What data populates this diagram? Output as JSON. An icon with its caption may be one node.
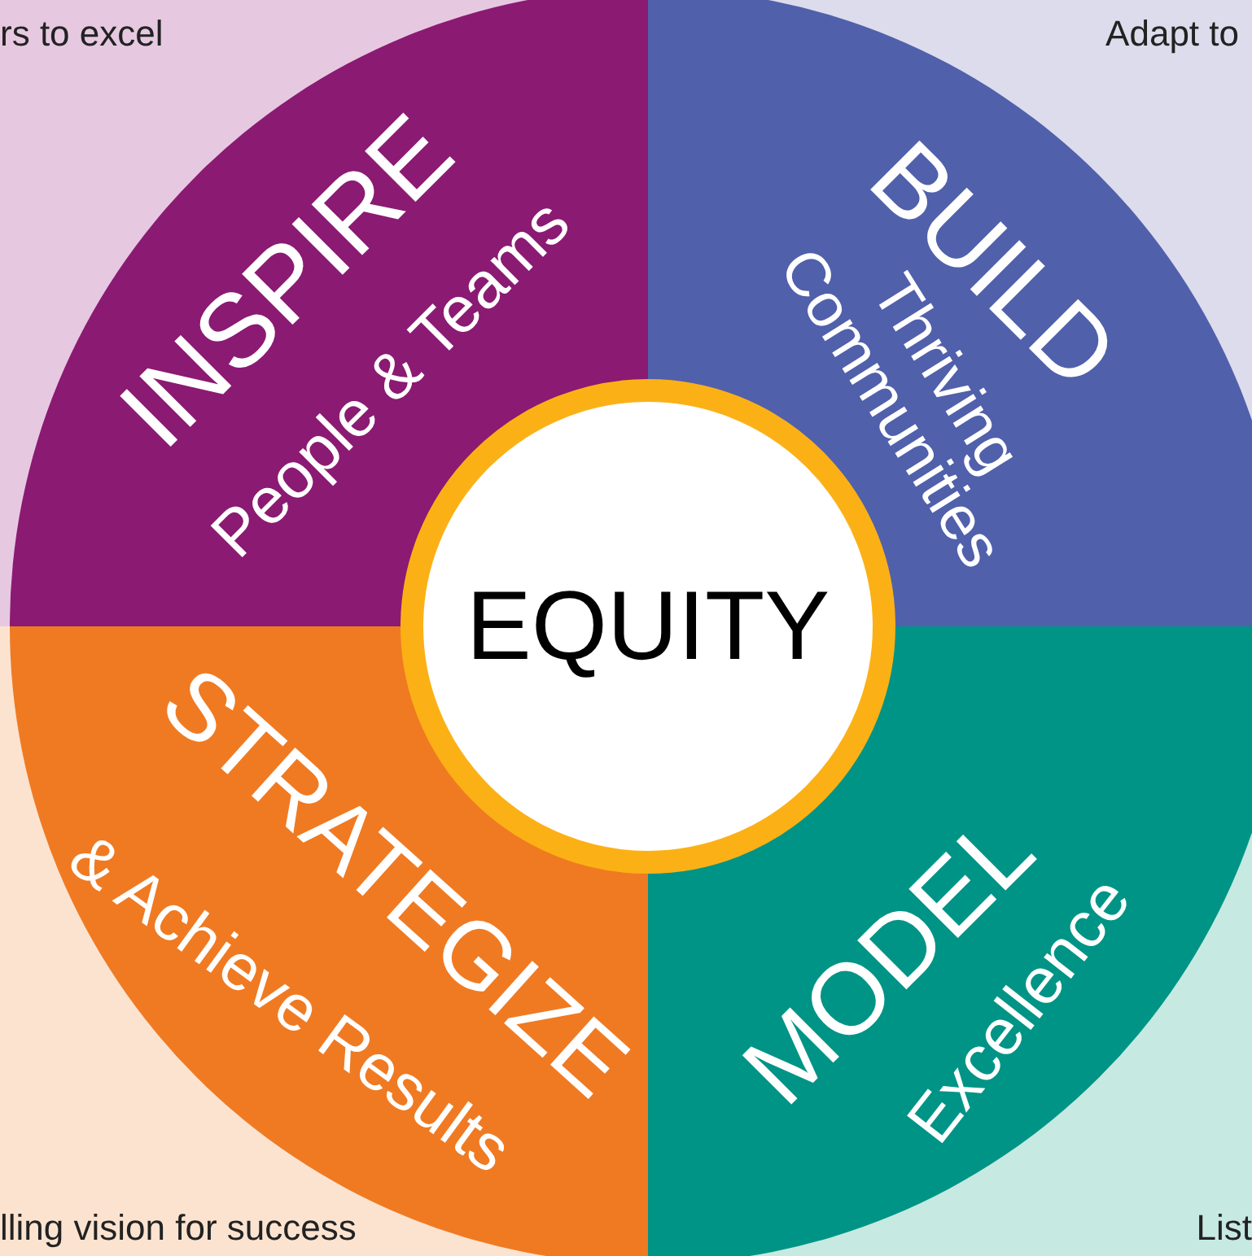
{
  "diagram": {
    "nodes": [
      {
        "text": [
          "INSPIRE",
          "People & Teams"
        ]
      },
      {
        "text": [
          "BUILD",
          "Thriving Communities"
        ]
      },
      {
        "text": [
          "STRATEGIZE",
          "& Achieve Results"
        ]
      },
      {
        "text": [
          "MODEL",
          "Excellence"
        ]
      },
      {
        "text": [
          "EQUITY"
        ]
      }
    ],
    "labels": [
      "rs to excel",
      "Adapt to",
      "lling vision for success",
      "List"
    ]
  }
}
